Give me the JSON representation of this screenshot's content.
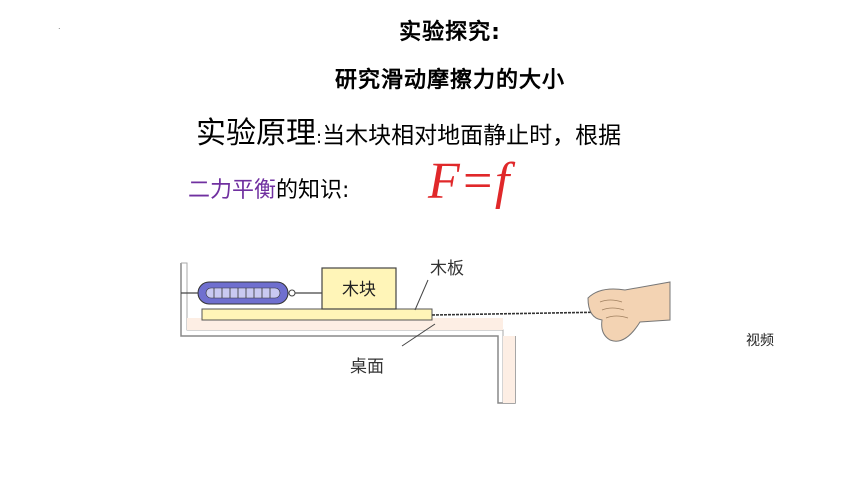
{
  "slide": {
    "decorative_dot": ".",
    "title_line1": "实验探究:",
    "title_line2": "研究滑动摩擦力的大小",
    "principle": {
      "heading": "实验原理",
      "separator": ":",
      "text": "当木块相对地面静止时，根据"
    },
    "balance": {
      "highlight": "二力平衡",
      "text": "的知识:"
    },
    "formula": "F=f",
    "video_link": "视频",
    "diagram": {
      "block_label": "木块",
      "board_label": "木板",
      "table_label": "桌面"
    },
    "colors": {
      "highlight_purple": "#7030a0",
      "formula_red": "#e0282a",
      "spring_scale_blue": "#6f6fcf",
      "block_yellow": "#fff5b8",
      "table_pink": "#fdeee4",
      "hand_skin": "#f3d3b3"
    }
  }
}
